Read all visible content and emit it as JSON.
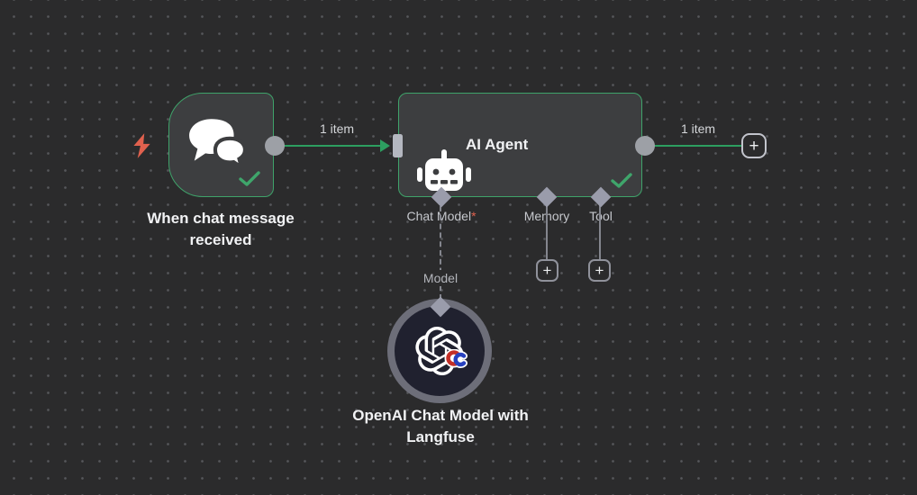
{
  "ui": {
    "plus": "+",
    "required_marker": "*"
  },
  "colors": {
    "canvas_bg": "#2b2b2c",
    "node_bg": "#3d3e40",
    "node_border_green": "#3fa36a",
    "connection_green": "#2d9e60",
    "connector_gray": "#9da0a6",
    "model_node_bg": "#20212f",
    "model_node_ring": "#6d6e79",
    "bolt_red": "#e0614e",
    "label_text": "#f1f2f4",
    "port_label_text": "#c6c8cd"
  },
  "nodes": {
    "trigger": {
      "title": "When chat message received",
      "icon": "chat-bubbles-icon",
      "status": "success"
    },
    "agent": {
      "title": "AI Agent",
      "icon": "robot-icon",
      "status": "success",
      "ports": [
        {
          "label": "Chat Model",
          "required": true
        },
        {
          "label": "Memory",
          "required": false
        },
        {
          "label": "Tool",
          "required": false
        }
      ]
    },
    "model": {
      "title": "OpenAI Chat Model with Langfuse",
      "icon": "openai-icon",
      "port_label": "Model"
    }
  },
  "connections": {
    "trigger_to_agent": {
      "label": "1 item"
    },
    "agent_output": {
      "label": "1 item"
    }
  }
}
